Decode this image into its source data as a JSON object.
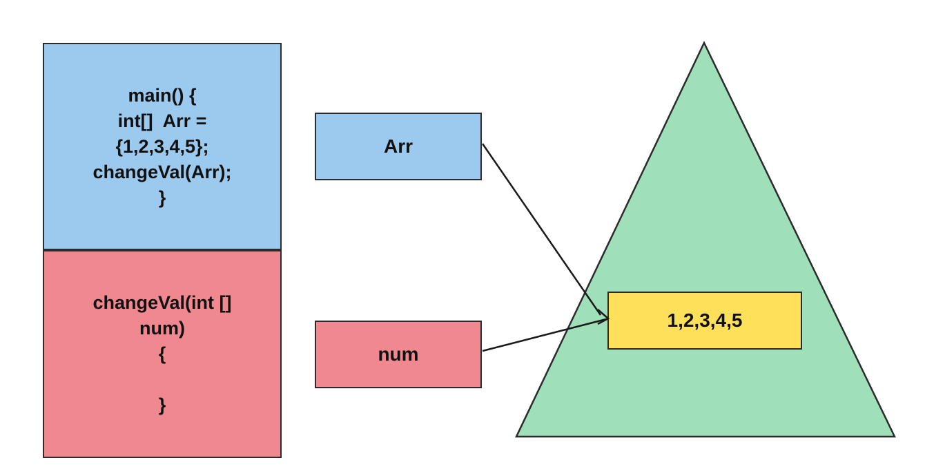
{
  "colors": {
    "main_frame": "#9ccaee",
    "change_frame": "#f0898f",
    "heap": "#9fe0bb",
    "array_object": "#ffe05a",
    "outline": "#2b2b2b"
  },
  "stack": {
    "main_frame": {
      "lines": [
        "main() {",
        "int[]  Arr =",
        "{1,2,3,4,5};",
        "changeVal(Arr);",
        "}"
      ]
    },
    "change_frame": {
      "lines": [
        "changeVal(int []",
        "num)",
        "{",
        "",
        "}"
      ]
    }
  },
  "references": {
    "arr": "Arr",
    "num": "num"
  },
  "heap": {
    "array_values": "1,2,3,4,5"
  }
}
